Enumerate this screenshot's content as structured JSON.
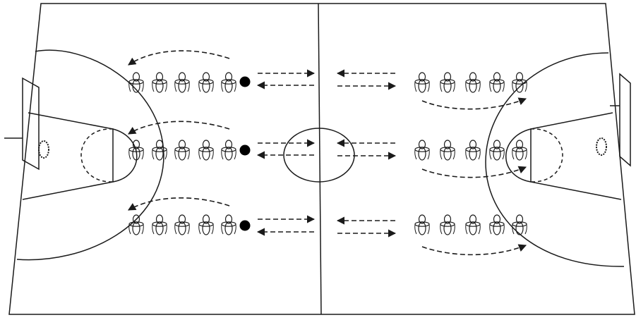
{
  "diagram": {
    "kind": "basketball-drill",
    "colors": {
      "line": "#1a1a1a",
      "paper": "#ffffff"
    },
    "lanes": [
      {
        "name": "top",
        "players_per_side": 5,
        "left_has_ball": true
      },
      {
        "name": "middle",
        "players_per_side": 5,
        "left_has_ball": true
      },
      {
        "name": "bottom",
        "players_per_side": 5,
        "left_has_ball": true
      }
    ],
    "icons": [
      "player-icon",
      "ball-icon",
      "hoop-icon",
      "backboard-icon",
      "pass-arrow-icon",
      "rotation-arrow-icon"
    ]
  }
}
